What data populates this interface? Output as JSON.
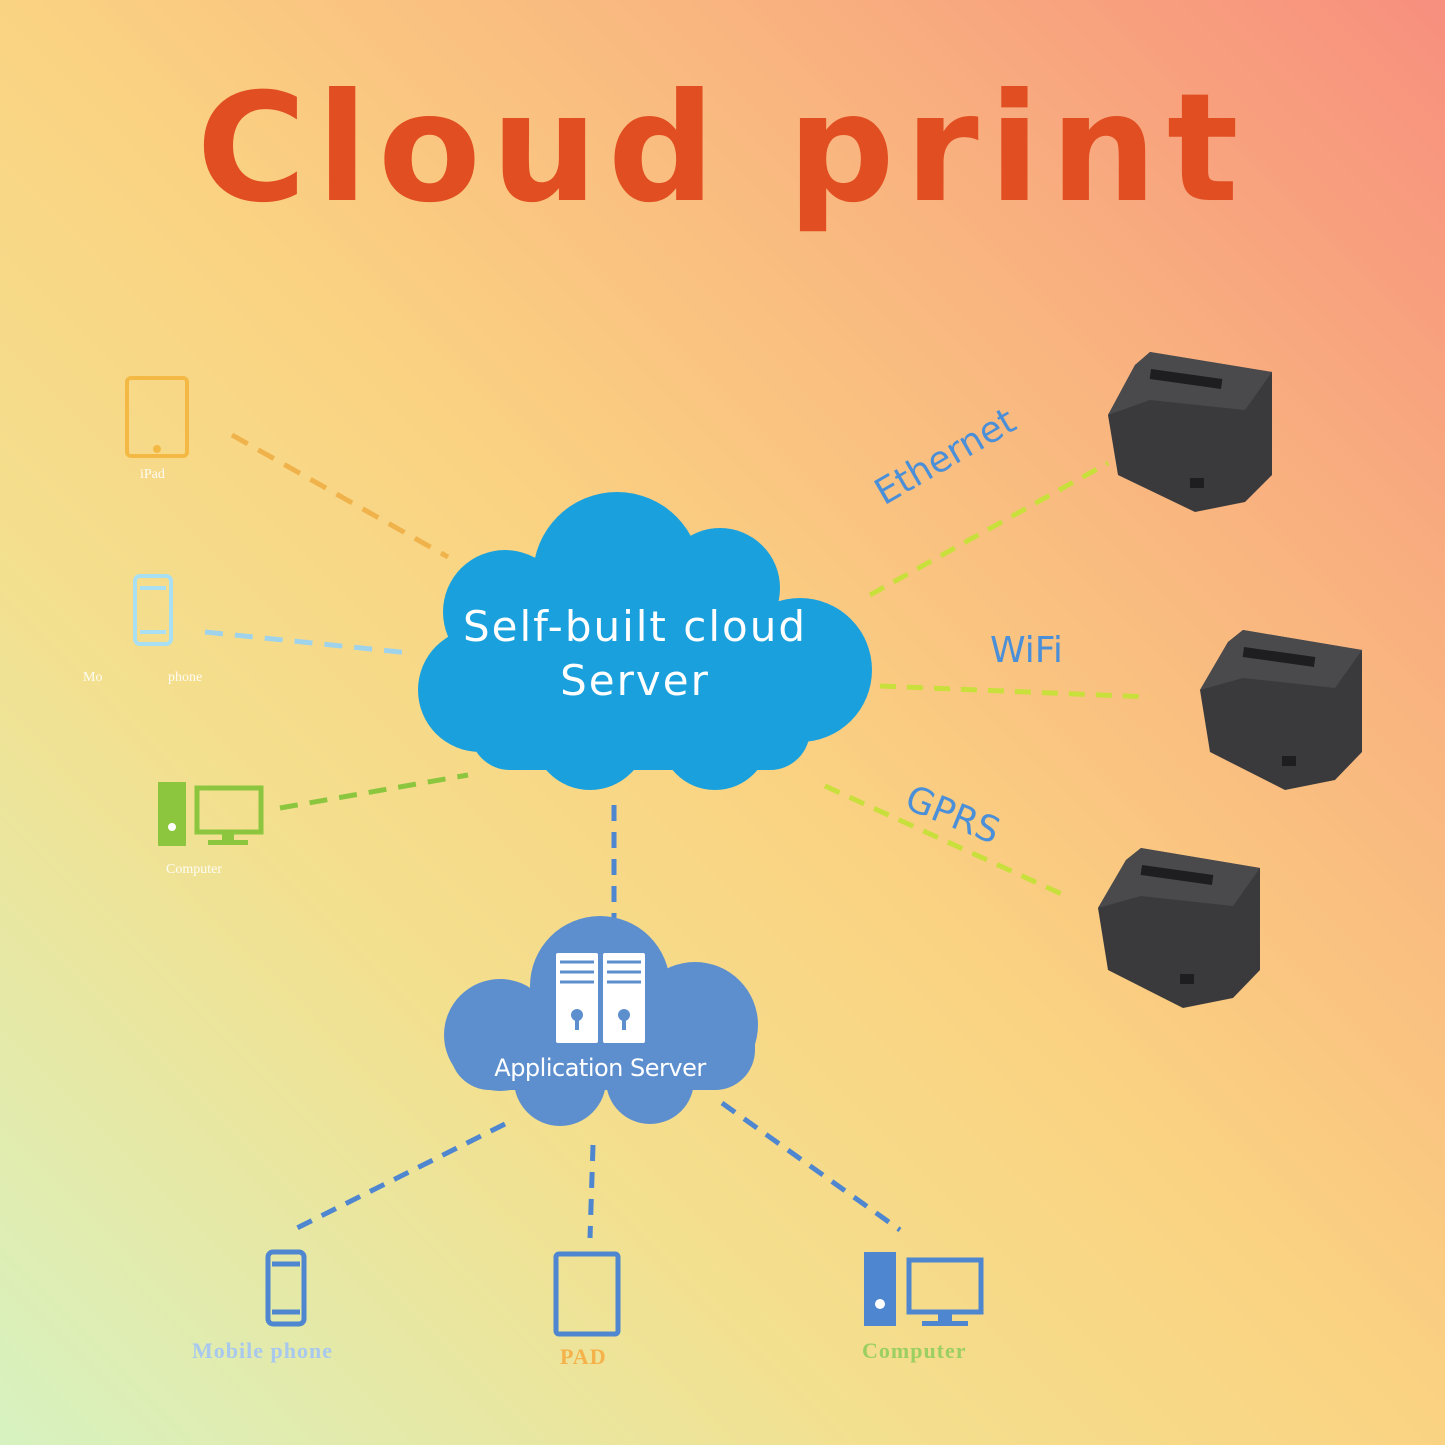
{
  "title": "Cloud print",
  "cloud_server": {
    "line1": "Self-built cloud",
    "line2": "Server"
  },
  "application_server": {
    "label": "Application Server"
  },
  "connections": {
    "ethernet": "Ethernet",
    "wifi": "WiFi",
    "gprs": "GPRS"
  },
  "bottom_devices": {
    "mobile": "Mobile phone",
    "pad": "PAD",
    "computer": "Computer"
  },
  "left_devices": {
    "pad": "iPad",
    "phone_a": "Mo",
    "phone_b": "phone",
    "computer": "Computer"
  },
  "colors": {
    "title": "#e14e22",
    "main_cloud": "#1aa1dd",
    "app_cloud": "#5d8fcf",
    "printer": "#3a3a3c",
    "link_orange": "#f0b24a",
    "link_lightblue": "#9fd3ec",
    "link_green": "#8cc63f",
    "link_lime": "#c8df3c",
    "link_blue": "#4f86d0"
  }
}
